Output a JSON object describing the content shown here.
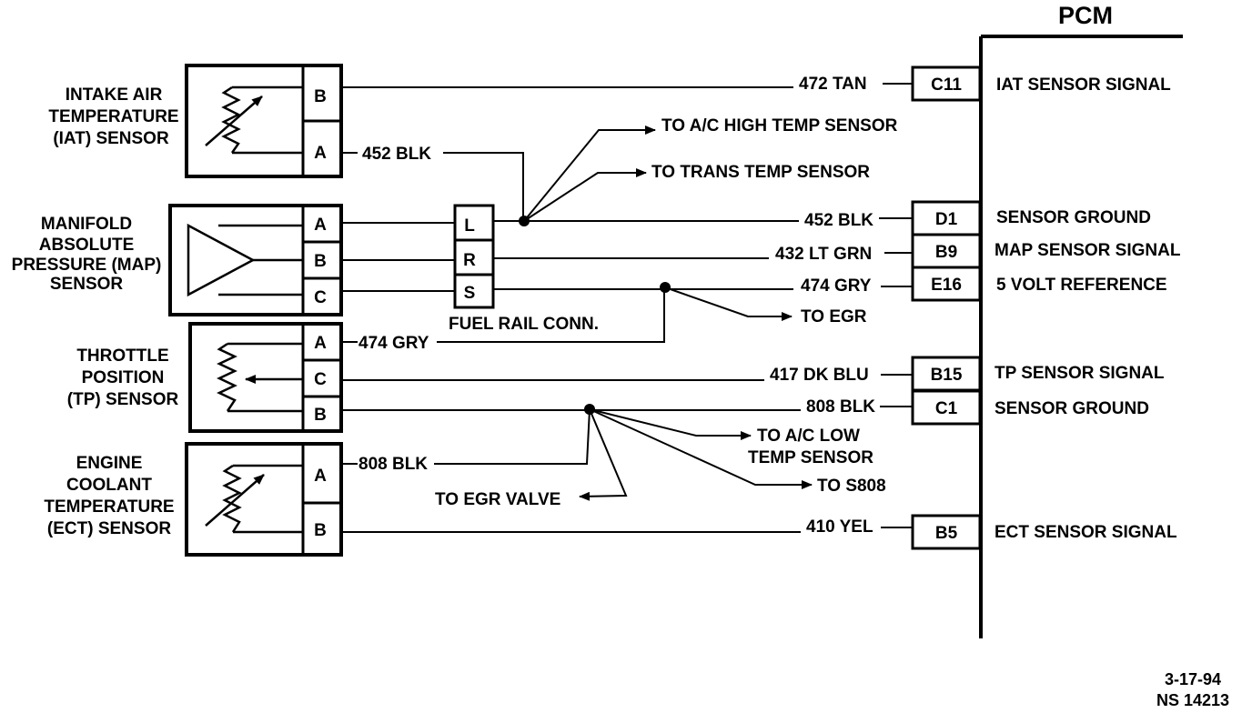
{
  "pcm": {
    "title": "PCM",
    "pins": [
      {
        "id": "C11",
        "label": "IAT SENSOR SIGNAL"
      },
      {
        "id": "D1",
        "label": "SENSOR GROUND"
      },
      {
        "id": "B9",
        "label": "MAP SENSOR SIGNAL"
      },
      {
        "id": "E16",
        "label": "5 VOLT REFERENCE"
      },
      {
        "id": "B15",
        "label": "TP SENSOR SIGNAL"
      },
      {
        "id": "C1",
        "label": "SENSOR GROUND"
      },
      {
        "id": "B5",
        "label": "ECT SENSOR SIGNAL"
      }
    ]
  },
  "sensors": {
    "iat": {
      "lines": [
        "INTAKE AIR",
        "TEMPERATURE",
        "(IAT) SENSOR"
      ],
      "pins": [
        "B",
        "A"
      ]
    },
    "map": {
      "lines": [
        "MANIFOLD",
        "ABSOLUTE",
        "PRESSURE (MAP)",
        "SENSOR"
      ],
      "pins": [
        "A",
        "B",
        "C"
      ]
    },
    "tp": {
      "lines": [
        "THROTTLE",
        "POSITION",
        "(TP) SENSOR"
      ],
      "pins": [
        "A",
        "C",
        "B"
      ]
    },
    "ect": {
      "lines": [
        "ENGINE",
        "COOLANT",
        "TEMPERATURE",
        "(ECT) SENSOR"
      ],
      "pins": [
        "A",
        "B"
      ]
    }
  },
  "fuel_rail": {
    "label": "FUEL RAIL CONN.",
    "pins": [
      "L",
      "R",
      "S"
    ]
  },
  "wires": {
    "w472_tan": "472 TAN",
    "w452_blk_iat": "452 BLK",
    "w452_blk_pcm": "452 BLK",
    "w432_lt_grn": "432 LT GRN",
    "w474_gry_pcm": "474 GRY",
    "w474_gry_tp": "474 GRY",
    "w417_dk_blu": "417 DK BLU",
    "w808_blk_pcm": "808 BLK",
    "w808_blk_ect": "808 BLK",
    "w410_yel": "410 YEL"
  },
  "branches": {
    "ac_high": "TO A/C HIGH TEMP SENSOR",
    "trans": "TO TRANS TEMP SENSOR",
    "egr": "TO EGR",
    "ac_low_1": "TO A/C LOW",
    "ac_low_2": "TEMP SENSOR",
    "s808": "TO S808",
    "egr_valve": "TO EGR VALVE"
  },
  "footer": {
    "date": "3-17-94",
    "code": "NS 14213"
  }
}
